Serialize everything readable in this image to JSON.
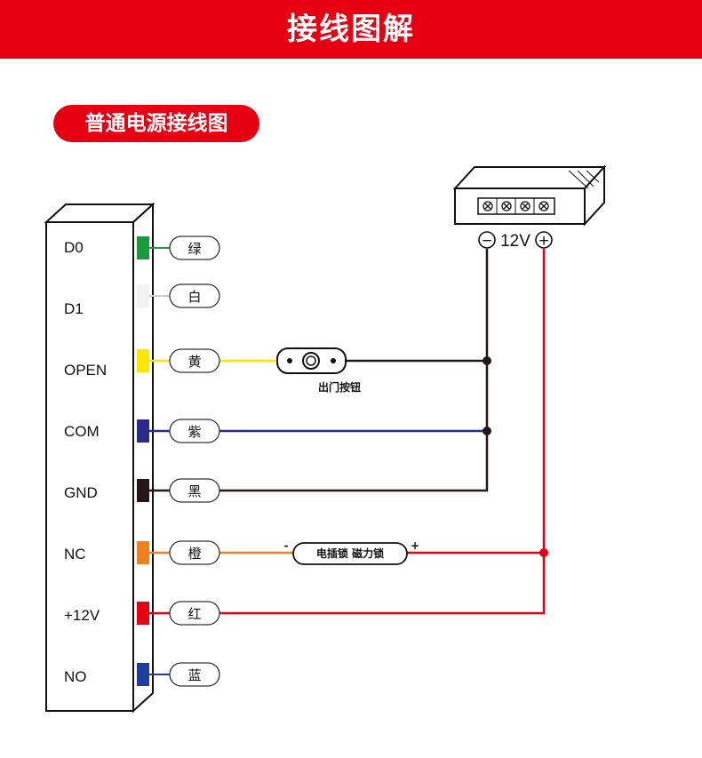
{
  "banner": {
    "title": "接线图解",
    "color": "#e60012"
  },
  "section": {
    "title": "普通电源接线图"
  },
  "pins": [
    {
      "name": "D0",
      "wire": "绿",
      "color": "#1a9a3a"
    },
    {
      "name": "D1",
      "wire": "白",
      "color": "#f2f2f2"
    },
    {
      "name": "OPEN",
      "wire": "黄",
      "color": "#ffe600"
    },
    {
      "name": "COM",
      "wire": "紫",
      "color": "#2a2a88"
    },
    {
      "name": "GND",
      "wire": "黑",
      "color": "#231815"
    },
    {
      "name": "NC",
      "wire": "橙",
      "color": "#f08020"
    },
    {
      "name": "+12V",
      "wire": "红",
      "color": "#e60012"
    },
    {
      "name": "NO",
      "wire": "蓝",
      "color": "#1f3d99"
    }
  ],
  "exit_button": {
    "label": "出门按钮"
  },
  "lock": {
    "label": "电插锁  磁力锁",
    "minus": "-",
    "plus": "+"
  },
  "power_supply": {
    "voltage": "12V",
    "minus": "−",
    "plus": "+"
  }
}
